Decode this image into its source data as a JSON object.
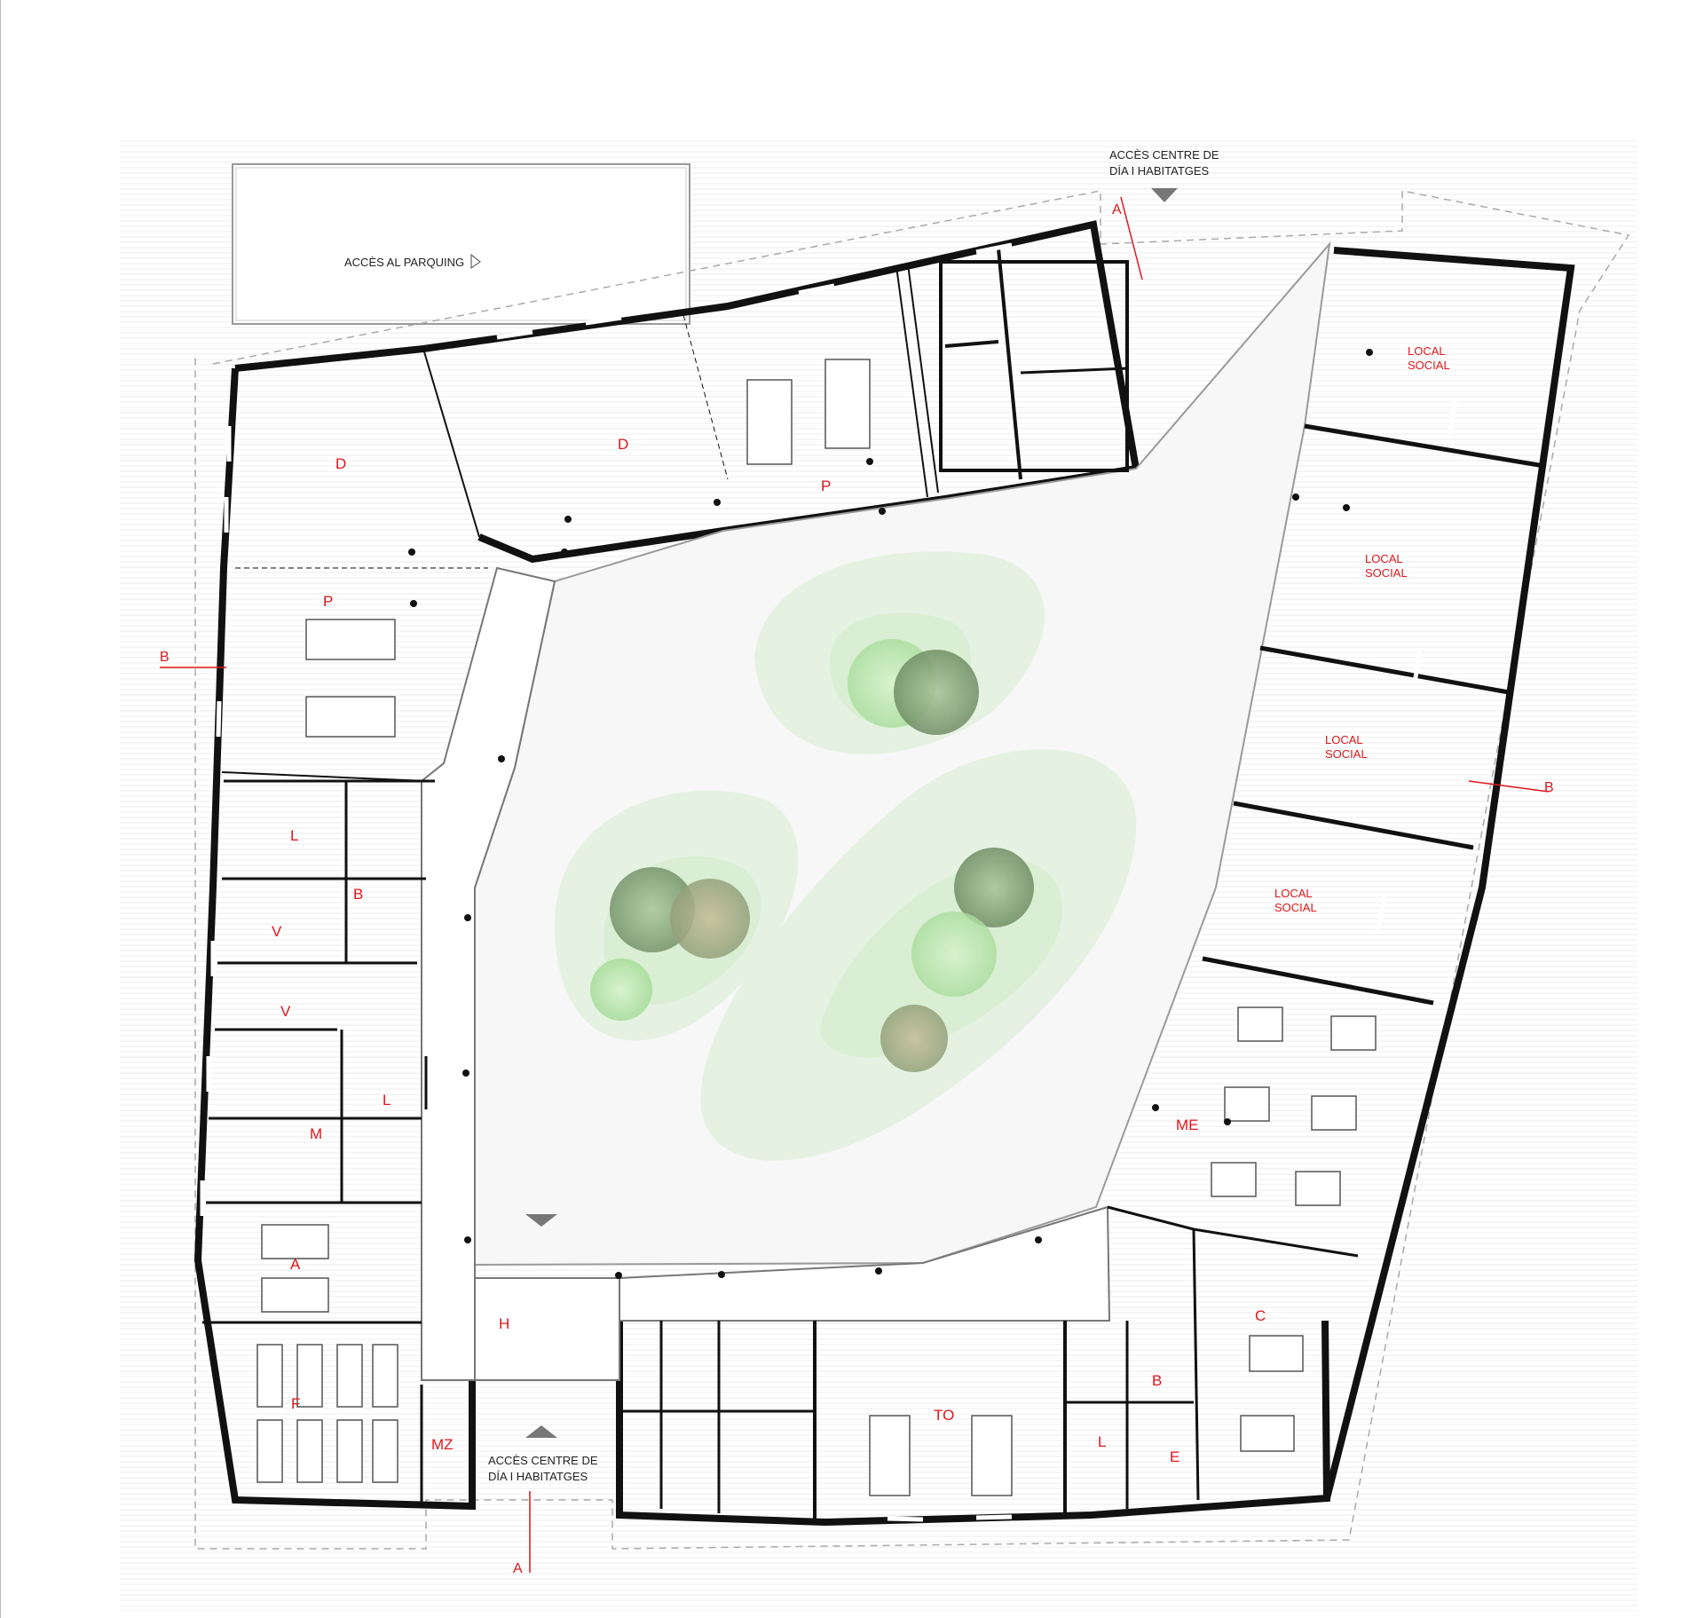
{
  "annotations": {
    "access_top": [
      "ACCÈS CENTRE DE",
      "DÍA I HABITATGES"
    ],
    "access_bottom": [
      "ACCÈS CENTRE DE",
      "DÍA I HABITATGES"
    ],
    "parking": "ACCÈS AL PARQUING"
  },
  "section_marks": {
    "a_top": "A",
    "a_bottom": "A",
    "b_left": "B",
    "b_right": "B"
  },
  "rooms": {
    "d_left": "D",
    "d_mid": "D",
    "p_top": "P",
    "p_left": "P",
    "l1": "L",
    "b1": "B",
    "v1": "V",
    "v2": "V",
    "l2": "L",
    "m": "M",
    "a": "A",
    "f": "F",
    "mz": "MZ",
    "h": "H",
    "to": "TO",
    "b2": "B",
    "l3": "L",
    "e": "E",
    "c": "C",
    "me": "ME",
    "local1": [
      "LOCAL",
      "SOCIAL"
    ],
    "local2": [
      "LOCAL",
      "SOCIAL"
    ],
    "local3": [
      "LOCAL",
      "SOCIAL"
    ],
    "local4": [
      "LOCAL",
      "SOCIAL"
    ]
  },
  "colors": {
    "wall": "#111111",
    "label": "#e0161b",
    "green_light": "#e3f1e0",
    "green_mid": "#d6eccf",
    "tree_dark": "#6e8f63",
    "tree_light": "#b9e2ad"
  }
}
